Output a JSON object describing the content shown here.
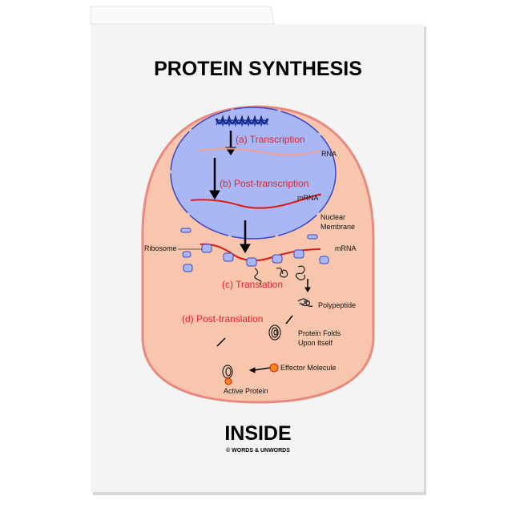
{
  "card": {
    "title": "PROTEIN SYNTHESIS",
    "footer_title": "INSIDE",
    "copyright": "© WORDS & UNWORDS"
  },
  "diagram": {
    "steps": {
      "a": "(a) Transcription",
      "b": "(b) Post-transcription",
      "c": "(c) Translation",
      "d": "(d) Post-translation"
    },
    "labels": {
      "rna": "RNA",
      "mrna_nucleus": "mRNA",
      "nuclear_membrane_1": "Nuclear",
      "nuclear_membrane_2": "Membrane",
      "ribosome": "Ribosome",
      "mrna_cytoplasm": "mRNA",
      "polypeptide": "Polypeptide",
      "protein_folds_1": "Protein Folds",
      "protein_folds_2": "Upon Itself",
      "effector": "Effector Molecule",
      "active_protein": "Active Protein"
    },
    "colors": {
      "cytoplasm": "#f7c6ad",
      "cell_membrane": "#e98a80",
      "nucleus": "#a9b8f4",
      "nuclear_membrane": "#3b46c8",
      "step_text": "#e8202a",
      "mrna": "#e01818",
      "rna": "#f0a090",
      "effector": "#f5861c"
    }
  }
}
